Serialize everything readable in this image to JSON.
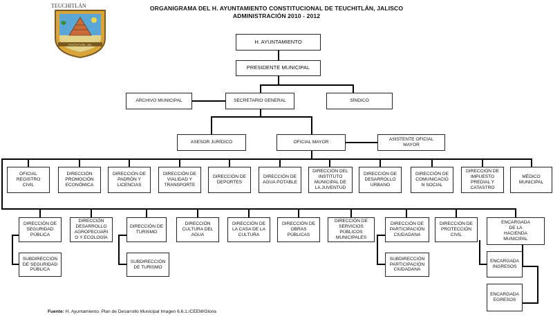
{
  "header": {
    "title_line1": "ORGANIGRAMA DEL H. AYUNTAMIENTO CONSTITUCIONAL DE TEUCHITLÁN, JALISCO",
    "title_line2": "ADMINISTRACIÓN 2010 - 2012"
  },
  "logo": {
    "name": "TEUCHITLÁN",
    "band_text": "TEUCHITLÁN, JAL.",
    "colors": {
      "shield": "#d9a53a",
      "border": "#7a5a20",
      "sky": "#5aa6d6",
      "pyramid": "#c96a3a",
      "field": "#e3d28a"
    }
  },
  "boxes": {
    "ayuntamiento": "H. AYUNTAMIENTO",
    "presidente": "PRESIDENTE MUNICIPAL",
    "archivo": "ARCHIVO MUNICIPAL",
    "secretario": "SECRETARIO GENERAL",
    "sindico": "SÍNDICO",
    "asesor": "ASESOR JURÍDICO",
    "oficial_mayor": "OFICIAL MAYOR",
    "asistente": "ASISTENTE OFICIAL\nMAYOR",
    "r1": [
      "OFICIAL\nREGISTRO\nCIVIL",
      "DIRECCIÓN\nPROMOCIÓN\nECONÓMICA",
      "DIRECCIÓN DE\nPADRÓN Y\nLICENCIAS",
      "DIRECCIÓN DE\nVIALIDAD Y\nTRANSPORTE",
      "DIRECCIÓN DE\nDEPORTES",
      "DIRECCIÓN DE\nAGUA POTABLE",
      "DIRECCIÓN DEL\nINSTITUTO\nMUNICIPAL DE\nLA JUVENTUD",
      "DIRECCIÓN DE\nDESARROLLO\nURBANO",
      "DIRECCIÓN DE\nCOMUNICACIÓ\nN SOCIAL",
      "DIRECCIÓN DE\nIMPUESTO\nPREDIAL Y\nCATASTRO",
      "MÉDICO\nMUNICIPAL"
    ],
    "r2": [
      "DIRECCIÓN DE\nSEGURIDAD\nPÚBLICA",
      "DIRECCIÓN\nDESARROLLO\nAGROPECUARI\nO Y ECOLOGÍA",
      "DIRECCIÓN DE\nTURISMO",
      "DIRECCIÓN\nCULTURA DEL\nAGUA",
      "DIRECCIÓN DE\nLA CASA DE LA\nCULTURA",
      "DIRECCIÓN DE\nOBRAS\nPÚBLICAS",
      "DIRECCIÓN DE\nSERVICIOS\nPÚBLICOS\nMUNICIPALES",
      "DIRECCIÓN DE\nPARTICIPACIÓN\nCIUDADANA",
      "DIRECCIÓN DE\nPROTECCIÓN\nCIVIL",
      "ENCARGADA\nDE LA\nHACIENDA\nMUNICIPAL"
    ],
    "sub_seguridad": "SUBDIRECCIÓN\nDE SEGURIDAD\nPÚBLICA",
    "sub_turismo": "SUBDIRECCIÓN\nDE TURISMO",
    "sub_participacion": "SUBDIRECCIÓN\nPARTICIPACIÓN\nCIUDADANA",
    "ingresos": "ENCARGADA\nINGRESOS",
    "egresos": "ENCARGADA\nEGRESOS"
  },
  "footer": {
    "label": "Fuente:",
    "text": " H. Ayuntamiento. Plan de Desarrollo Municipal Imagen 6.6.1./CEEM/Gloria"
  }
}
